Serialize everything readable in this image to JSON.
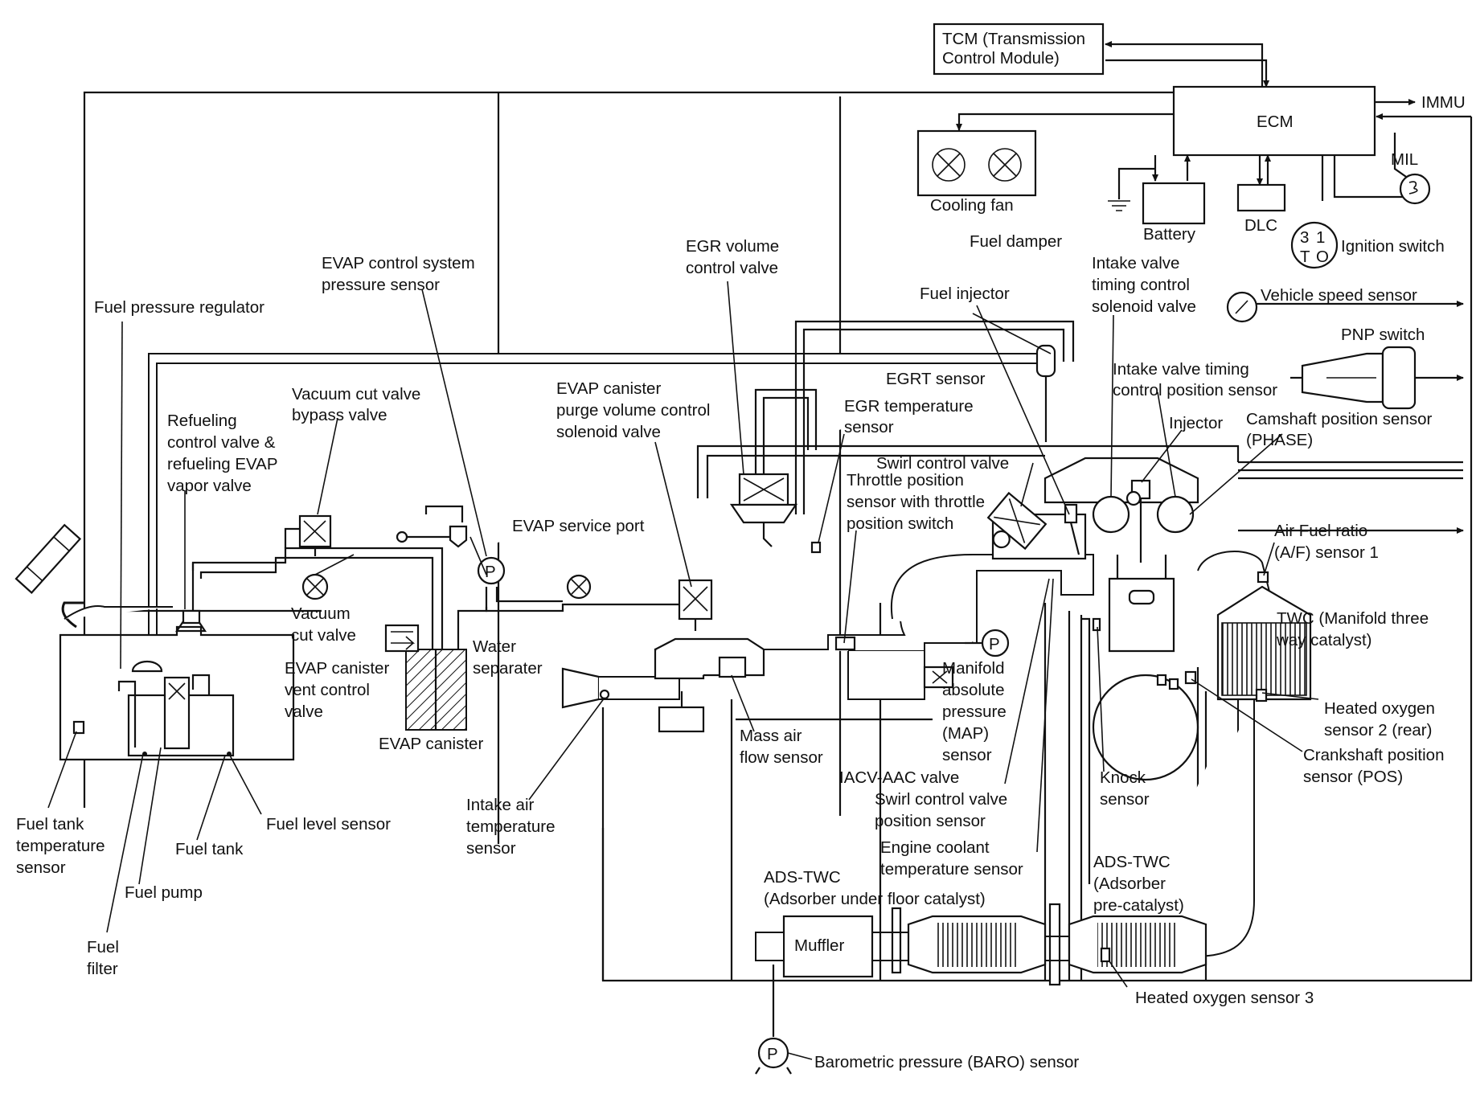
{
  "labels": {
    "tcm": [
      "TCM (Transmission",
      "Control Module)"
    ],
    "ecm": "ECM",
    "immu": "IMMU",
    "mil": "MIL",
    "cooling_fan": "Cooling fan",
    "battery": "Battery",
    "dlc": "DLC",
    "ignition_switch": "Ignition switch",
    "vehicle_speed_sensor": "Vehicle speed sensor",
    "pnp_switch": "PNP switch",
    "fuel_damper": "Fuel damper",
    "ivtc_solenoid": [
      "Intake valve",
      "timing control",
      "solenoid valve"
    ],
    "fuel_injector": "Fuel injector",
    "ivtc_position": [
      "Intake valve timing",
      "control position sensor"
    ],
    "egr_volume": [
      "EGR volume",
      "control valve"
    ],
    "evap_pressure": [
      "EVAP control system",
      "pressure sensor"
    ],
    "fuel_pressure_regulator": "Fuel pressure regulator",
    "egrt_sensor": "EGRT sensor",
    "egr_temp": [
      "EGR temperature",
      "sensor"
    ],
    "injector": "Injector",
    "camshaft": [
      "Camshaft position sensor",
      "(PHASE)"
    ],
    "vacuum_cut_bypass": [
      "Vacuum cut valve",
      "bypass valve"
    ],
    "refueling": [
      "Refueling",
      "control valve &",
      "refueling EVAP",
      "vapor valve"
    ],
    "evap_purge": [
      "EVAP canister",
      "purge volume control",
      "solenoid valve"
    ],
    "swirl_valve": "Swirl control valve",
    "throttle_position": [
      "Throttle position",
      "sensor with throttle",
      "position switch"
    ],
    "evap_service_port": "EVAP service port",
    "af_sensor": [
      "Air Fuel ratio",
      "(A/F) sensor 1"
    ],
    "vacuum_cut_valve": [
      "Vacuum",
      "cut valve"
    ],
    "twc_manifold": [
      "TWC (Manifold three",
      "way catalyst)"
    ],
    "water_separator": [
      "Water",
      "separater"
    ],
    "evap_vent": [
      "EVAP canister",
      "vent control",
      "valve"
    ],
    "map_sensor": [
      "Manifold",
      "absolute",
      "pressure",
      "(MAP)",
      "sensor"
    ],
    "heated_o2_rear": [
      "Heated oxygen",
      "sensor 2 (rear)"
    ],
    "evap_canister": "EVAP canister",
    "mass_air_flow": [
      "Mass air",
      "flow sensor"
    ],
    "crankshaft": [
      "Crankshaft position",
      "sensor (POS)"
    ],
    "iacv": "IACV-AAC valve",
    "knock_sensor": [
      "Knock",
      "sensor"
    ],
    "swirl_position": [
      "Swirl control valve",
      "position sensor"
    ],
    "intake_air_temp": [
      "Intake air",
      "temperature",
      "sensor"
    ],
    "fuel_tank_temp": [
      "Fuel tank",
      "temperature",
      "sensor"
    ],
    "fuel_level_sensor": "Fuel level sensor",
    "fuel_tank": "Fuel tank",
    "engine_coolant": [
      "Engine coolant",
      "temperature sensor"
    ],
    "fuel_pump": "Fuel pump",
    "ads_twc_floor": [
      "ADS-TWC",
      "(Adsorber under floor catalyst)"
    ],
    "ads_twc_pre": [
      "ADS-TWC",
      "(Adsorber",
      "pre-catalyst)"
    ],
    "muffler": "Muffler",
    "fuel_filter": [
      "Fuel",
      "filter"
    ],
    "heated_o2_3": "Heated oxygen sensor 3",
    "baro_sensor": "Barometric pressure (BARO) sensor",
    "ignition_digits": [
      "3",
      "1",
      "T",
      "O"
    ],
    "pressure_symbol": "P"
  }
}
